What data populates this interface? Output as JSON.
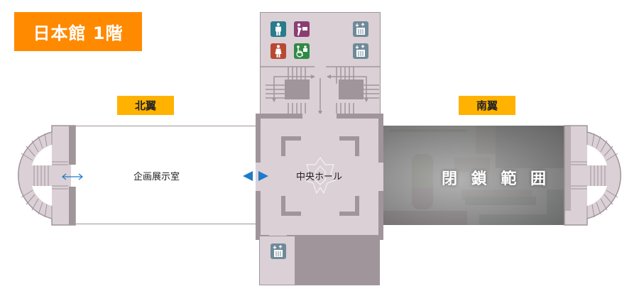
{
  "floor_badge": {
    "label": "日本館 1階",
    "color": "#ff8a00"
  },
  "wings": {
    "north": {
      "label": "北翼",
      "color": "#ffb200"
    },
    "south": {
      "label": "南翼",
      "color": "#ffb200"
    }
  },
  "rooms": {
    "exhibition": {
      "label": "企画展示室"
    },
    "central_hall": {
      "label": "中央ホール"
    },
    "closed_area": {
      "label": "閉 鎖 範 囲"
    }
  },
  "facilities": [
    {
      "name": "mens-restroom",
      "icon": "male-restroom-icon",
      "color": "#2a7b8c"
    },
    {
      "name": "baby-changing",
      "icon": "baby-changing-icon",
      "color": "#8b3e72"
    },
    {
      "name": "elevator-top-1",
      "icon": "elevator-icon",
      "color": "#6f8a99"
    },
    {
      "name": "womens-restroom",
      "icon": "female-restroom-icon",
      "color": "#b84a34"
    },
    {
      "name": "accessible-restroom",
      "icon": "accessible-restroom-icon",
      "color": "#2f8a45"
    },
    {
      "name": "elevator-top-2",
      "icon": "elevator-icon",
      "color": "#6f8a99"
    },
    {
      "name": "elevator-bottom",
      "icon": "elevator-icon",
      "color": "#6f8a99"
    }
  ],
  "colors": {
    "floor": "#dbd0d6",
    "wall": "#9f959a",
    "arrow": "#1f7ac8"
  }
}
